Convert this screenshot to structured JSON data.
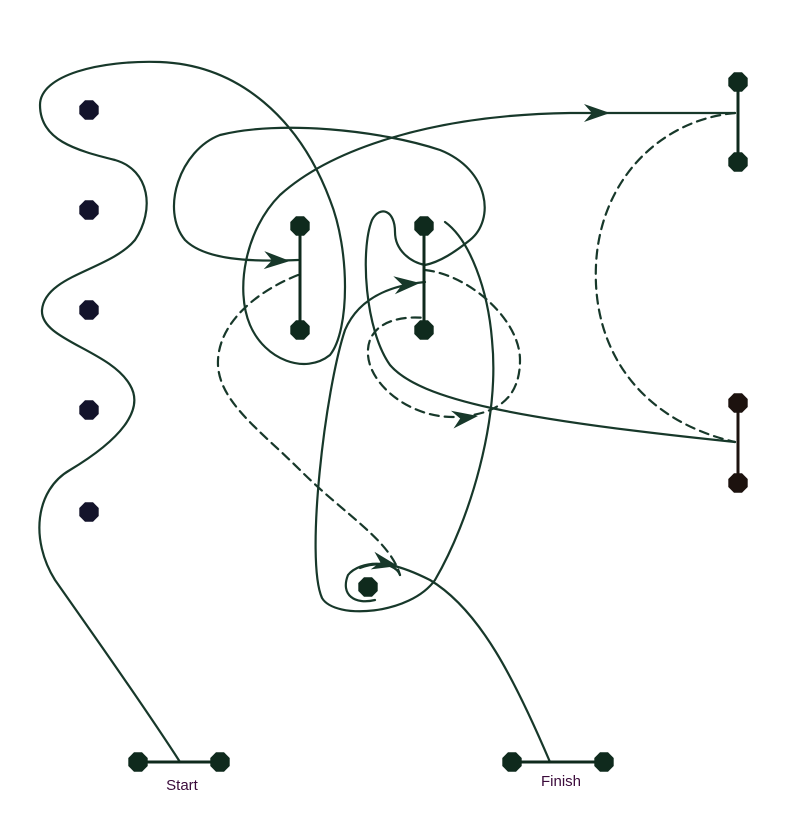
{
  "labels": {
    "start": "Start",
    "finish": "Finish"
  },
  "colors": {
    "path": "#17382a",
    "marker": "#0f2a1d",
    "weave_marker": "#14142b",
    "marker_brown": "#1c120e",
    "label": "#3a0a3a",
    "background": "#ffffff"
  },
  "line_styles": {
    "main_route": "solid",
    "alternate_route": "dashed"
  }
}
